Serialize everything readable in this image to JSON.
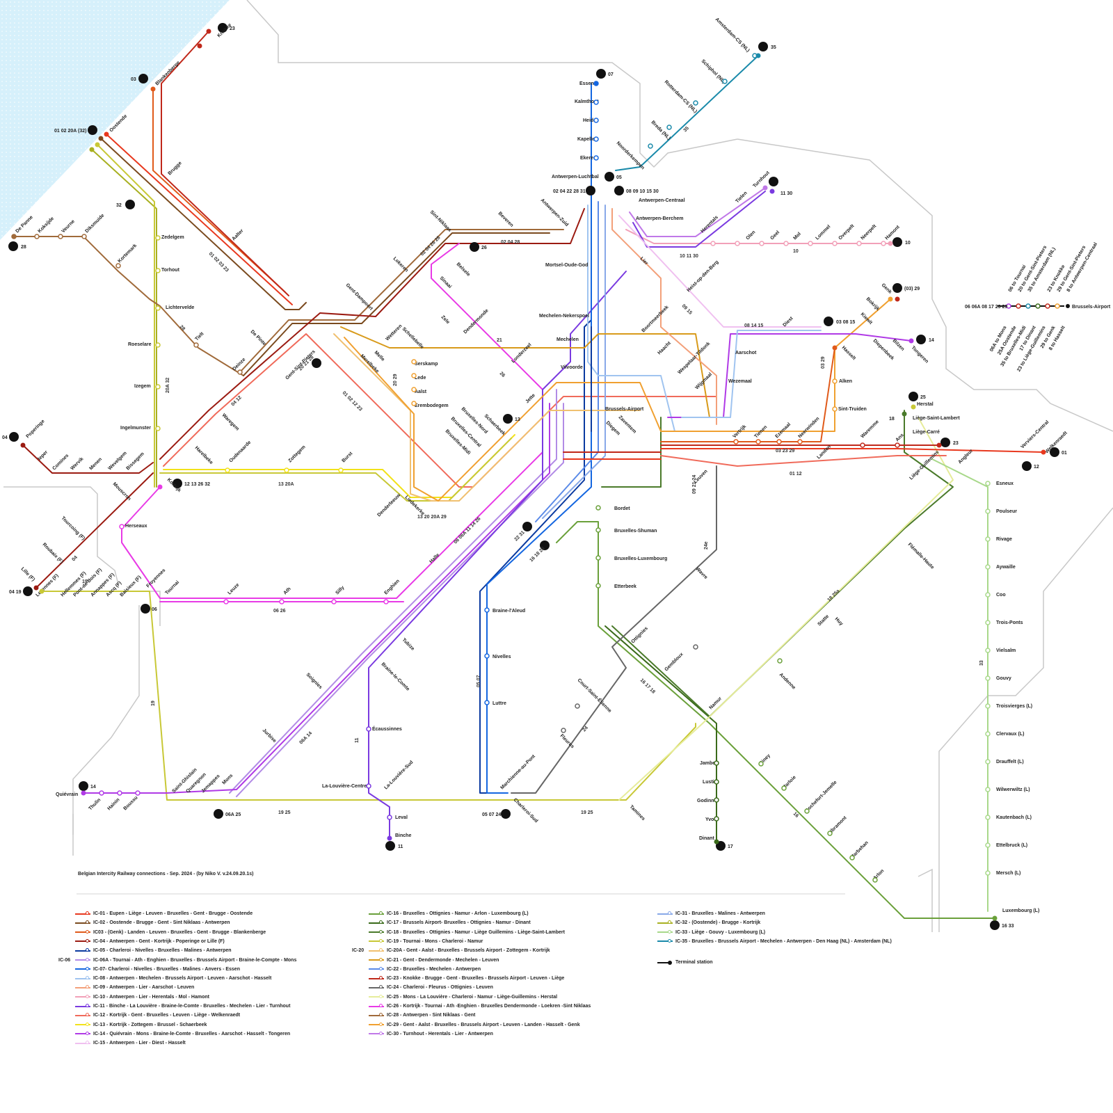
{
  "credit": "Belgian Intercity Railway connections - Sep. 2024 - (by Niko V. v.24.09.20.1s)",
  "terminal_note": "Terminal station",
  "colors": {
    "sea": "#d6f0fb",
    "border": "#c8c8c8",
    "IC01": "#e8381e",
    "IC02": "#7a4a1e",
    "IC03": "#e05a1a",
    "IC04": "#9b1b12",
    "IC05": "#0a3aa0",
    "IC06": "#b28be6",
    "IC07": "#1466e0",
    "IC08": "#a0c4f0",
    "IC09": "#f3a07a",
    "IC10": "#f2a0b8",
    "IC11": "#7a3ae0",
    "IC12": "#f06a5a",
    "IC13": "#f2e21a",
    "IC14": "#b03ae6",
    "IC15": "#f0c0f0",
    "IC16": "#6aa03a",
    "IC17": "#3a6a1a",
    "IC18": "#4a7a2a",
    "IC19": "#c8c836",
    "IC20": "#f0c070",
    "IC21": "#d89a1a",
    "IC22": "#5a8ae8",
    "IC23": "#c0281a",
    "IC24": "#666666",
    "IC25": "#e6ec9a",
    "IC26": "#e83ae6",
    "IC28": "#a06a3a",
    "IC29": "#f0a030",
    "IC30": "#c078e8",
    "IC31": "#88a8e8",
    "IC32": "#a8b020",
    "IC33": "#a8d88a",
    "IC35": "#1a8aaa",
    "terminal": "#111111"
  },
  "stations": {
    "knokke": "Knokke",
    "blankenberge": "Blankenberge",
    "oostende": "Oostende",
    "brugge": "Brugge",
    "aalter": "Aalter",
    "zedelgem": "Zedelgem",
    "torhout": "Torhout",
    "lichtervelde": "Lichtervelde",
    "roeselare": "Roeselare",
    "izegem": "Izegem",
    "ingelmunster": "Ingelmunster",
    "kortrijk": "Kortrijk",
    "tielt": "Tielt",
    "deinze": "Deinze",
    "de_pinte": "De Pinte",
    "gent_sp": "Gent-Sint-Pieters",
    "gent_dampoort": "Gent-Dampoort",
    "de_panne": "De Panne",
    "koksijde": "Koksijde",
    "veurne": "Veurne",
    "diksmuide": "Diksmuide",
    "kortemark": "Kortemark",
    "poperinge": "Poperinge",
    "ieper": "Ieper",
    "comines": "Comines",
    "wervik": "Wervik",
    "menen": "Menen",
    "wevelgem": "Wevelgem",
    "bissegem": "Bissegem",
    "mouscron": "Mouscron",
    "herseaux": "Herseaux",
    "tourcoing": "Tourcoing (F)",
    "roubaix": "Roubaix (F)",
    "lille": "Lille (F)",
    "lezennes": "Lezennes (F)",
    "hellemmes": "Hellemmes (F)",
    "pont_de_bois": "Pont-de-Bois (F)",
    "annappes": "Annappes (F)",
    "ascq": "Ascq (F)",
    "baisieux": "Baisieux (F)",
    "froyennes": "Froyennes",
    "tournai": "Tournai",
    "leuze": "Leuze",
    "ath": "Ath",
    "silly": "Silly",
    "enghien": "Enghien",
    "halle": "Halle",
    "waregem": "Waregem",
    "harelbeke": "Harelbeke",
    "oudenaarde": "Oudenaarde",
    "zottegem": "Zottegem",
    "burst": "Burst",
    "denderleeuw": "Denderleeuw",
    "liedekerke": "Liedekerke",
    "wetteren": "Wetteren",
    "schellebelle": "Schellebelle",
    "merelbeke": "Merelbeke",
    "melle": "Melle",
    "serskamp": "Serskamp",
    "lede": "Lede",
    "aalst": "Aalst",
    "erembodegem": "Erembodegem",
    "lokeren": "Lokeren",
    "sint_niklaas": "Sint-Niklaas",
    "beveren": "Beveren",
    "belsele": "Belsele",
    "sinaai": "Sinaai",
    "zele": "Zele",
    "dendermonde": "Dendermonde",
    "londerzeel": "Londerzeel",
    "jette": "Jette",
    "bxl_nord": "Bruxelles-Nord",
    "bxl_central": "Bruxelles-Central",
    "bxl_midi": "Bruxelles-Midi",
    "schaerbeek": "Schaerbeek",
    "antw_zuid": "Antwerpen-Zuid",
    "antw_luchtbal": "Antwerpen-Luchtbal",
    "antw_centraal": "Antwerpen-Centraal",
    "antw_berchem": "Antwerpen-Berchem",
    "essen": "Essen",
    "kalmthout": "Kalmthout",
    "heide": "Heide",
    "kapellen": "Kapellen",
    "ekeren": "Ekeren",
    "mortsel": "Mortsel-Oude-God",
    "mechelen_nekkerspoel": "Mechelen-Nekerspoel",
    "mechelen": "Mechelen",
    "vilvoorde": "Vilvoorde",
    "bxl_airport": "Brussels-Airport",
    "zaventem": "Zaventem",
    "diegem": "Diegem",
    "boortmeerbeek": "Boortmeerbeek",
    "haacht": "Haacht",
    "wespelaar": "Wespelaar-Tildonk",
    "wijgmaal": "Wijgmaal",
    "leuven": "Leuven",
    "vertrijk": "Vertrijk",
    "tienen": "Tienen",
    "ezemaal": "Ezemaal",
    "neerwinden": "Neerwinden",
    "landen": "Landen",
    "waremme": "Waremme",
    "ans": "Ans",
    "liege_guillemins": "Liège-Guillemins",
    "liege_carre": "Liège-Carré",
    "liege_st_lambert": "Liège-Saint-Lambert",
    "herstal": "Herstal",
    "angleur": "Angleur",
    "verviers": "Verviers-Central",
    "welkenraedt": "Welkenraedt",
    "lier": "Lier",
    "heist_op_den_berg": "Heist-op-den-Berg",
    "aarschot": "Aarschot",
    "wezemaal": "Wezemaal",
    "diest": "Diest",
    "hasselt": "Hasselt",
    "alken": "Alken",
    "sint_truiden": "Sint-Truiden",
    "genk": "Genk",
    "bokrijk": "Bokrijk",
    "kiewit": "Kiewit",
    "diepenbeek": "Diepenbeek",
    "bilzen": "Bilzen",
    "tongeren": "Tongeren",
    "herentals": "Herentals",
    "tielen": "Tielen",
    "turnhout": "Turnhout",
    "olen": "Olen",
    "geel": "Geel",
    "mol": "Mol",
    "lommel": "Lommel",
    "overpelt": "Overpelt",
    "neerpelt": "Neerpelt",
    "hamont": "Hamont",
    "noorderkempen": "Noorderkempen",
    "breda": "Breda (NL)",
    "rotterdam": "Rotterdam-CS (NL)",
    "schiphol": "Schiphol (NL)",
    "amsterdam": "Amsterdam-CS (NL)",
    "bordet": "Bordet",
    "bxl_schuman": "Bruxelles-Shuman",
    "bxl_lux": "Bruxelles-Luxembourg",
    "etterbeek": "Etterbeek",
    "ottignies": "Ottignies",
    "gembloux": "Gembloux",
    "namur": "Namur",
    "wavre": "Wavre",
    "braine_alleud": "Braine-l'Aleud",
    "nivelles": "Nivelles",
    "luttre": "Luttre",
    "marchienne": "Marchienne-au-Pont",
    "charleroi_sud": "Charleroi-Sud",
    "court_st_etienne": "Court-Saint-Étienne",
    "fleurus": "Fleurus",
    "tamines": "Tamines",
    "tubize": "Tubize",
    "braine_le_comte": "Braine-le-Comte",
    "soignies": "Soignies",
    "jurbise": "Jurbise",
    "ecaussinnes": "Écaussinnes",
    "la_louviere_centre": "La-Louvière-Centre",
    "la_louviere_sud": "La-Louvière-Sud",
    "binche": "Binche",
    "leval": "Leval",
    "mons": "Mons",
    "jemappes": "Jemappes",
    "quaregnon": "Quaregnon",
    "saint_ghislain": "Saint-Ghislain",
    "boussu": "Boussu",
    "hainin": "Hainin",
    "thulin": "Thulin",
    "quievrain": "Quiévrain",
    "jambes": "Jambes",
    "lustin": "Lustin",
    "godinne": "Godinne",
    "yvoir": "Yvoir",
    "dinant": "Dinant",
    "ciney": "Ciney",
    "marloie": "Marloie",
    "rochefort": "Rochefort-Jemelle",
    "libramont": "Libramont",
    "marbehan": "Marbehan",
    "arlon": "Arlon",
    "luxembourg": "Luxembourg (L)",
    "andenne": "Andenne",
    "huy": "Huy",
    "statte": "Statte",
    "flemalle": "Flémalle-Haute",
    "esneux": "Esneux",
    "poulseur": "Poulseur",
    "rivage": "Rivage",
    "aywaille": "Aywaille",
    "coo": "Coo",
    "trois_ponts": "Trois-Ponts",
    "vielsalm": "Vielsalm",
    "gouvy": "Gouvy",
    "troisvierges": "Troisvierges (L)",
    "clervaux": "Clervaux (L)",
    "drauffelt": "Drauffelt (L)",
    "wilwerwiltz": "Wilwerwiltz (L)",
    "kautenbach": "Kautenbach (L)",
    "ettelbruck": "Ettelbruck (L)",
    "mersch": "Mersch (L)"
  },
  "route_labels": {
    "r_0102_0323": "01 02 03 23",
    "r_28": "28",
    "r_20a32": "20A 32",
    "r_0412": "04 12",
    "r_0204_2628": "02 04 26 28",
    "r_0204_28": "02 04 28",
    "r_0102_1223": "01 02 12 23",
    "r_2029": "20 29",
    "r_21": "21",
    "r_26": "26",
    "r_1320a": "13 20A",
    "r_1320a29": "13 20 20A 29",
    "r_04": "04",
    "r_19a": "19",
    "r_0626": "06 26",
    "r_19b": "19",
    "r_0606a": "06 06A 11 14 26",
    "r_2231": "22 31",
    "r_161825": "16 18 25",
    "r_0507": "05 07",
    "r_11": "11",
    "r_06a14": "06A 14",
    "r_1925a": "19 25",
    "r_1925b": "19 25",
    "r_0515": "09 15",
    "r_081415": "08 14 15",
    "r_101130": "10 11 30",
    "r_10": "10",
    "r_0323_29": "03 23 29",
    "r_0112": "01 12",
    "r_0329": "03 29",
    "r_35": "35",
    "r_24e": "24e",
    "r_24": "24",
    "r_161718": "16 17 18",
    "r_18_25a": "18 25a",
    "r_16": "16",
    "r_33": "33",
    "r_092124": "09 21 24"
  },
  "terminal_badges": {
    "b23": "23",
    "b03": "03",
    "b01": "01 02 20A (32)",
    "b32": "32",
    "b28": "28",
    "b04": "04",
    "b041": "04 19",
    "b06": "06",
    "b121326": "12 13 26 32",
    "b14": "14",
    "b06a25": "06A 25",
    "b11": "11",
    "b050724": "05 07 24",
    "b17": "17",
    "b1633": "16 33",
    "b13": "13",
    "b222831": "02 04 22 28 31",
    "b05": "05",
    "b08": "08 09 10 15 30",
    "b07": "07",
    "b26": "26",
    "b2021": "20 21 28",
    "b35": "35",
    "b1130": "11 30",
    "b10": "10",
    "b0329": "(03) 29",
    "b030815": "03 08 15",
    "b14b": "14",
    "b25": "25",
    "b18": "18",
    "b23b": "23",
    "b01b": "01",
    "b12": "12",
    "b2231": "",
    "b161825": ""
  },
  "airport_diagram": {
    "left_label": "06 06A 08 17 23 29",
    "right_label": "Brussels-Airport",
    "top_labels": [
      "06 to Tournai",
      "20 to Gent-Sint-Pieters",
      "35 to Amsterdam (NL)",
      "23 to Knokke",
      "29 to Gent-Sint-Pieters",
      "8 to Antwerpen-Centraal"
    ],
    "bottom_labels": [
      "06A to Mons",
      "25A Oostende",
      "35 to Bruxelles-Midi",
      "17 to Dinant",
      "23 to Liège-Guillemins",
      "29 to Genk",
      "8 to Hasselt"
    ]
  },
  "legend": {
    "col1": [
      {
        "id": "IC01",
        "text": "IC-01 - Eupen - Liège - Leuven - Bruxelles - Gent - Brugge - Oostende"
      },
      {
        "id": "IC02",
        "text": "IC-02 - Oostende - Brugge - Gent - Sint Niklaas - Antwerpen"
      },
      {
        "id": "IC03",
        "text": "IC03 - (Genk) - Landen - Leuven - Bruxelles - Gent - Brugge - Blankenberge"
      },
      {
        "id": "IC04",
        "text": "IC-04 - Antwerpen - Gent - Kortrijk - Poperinge or Lille (F)"
      },
      {
        "id": "IC05",
        "text": "IC-05 - Charleroi - Nivelles - Bruxelles - Malines - Antwerpen"
      },
      {
        "id": "IC06",
        "text": "IC-06A - Tournai - Ath - Enghien - Bruxelles - Brussels Airport - Braine-le-Compte - Mons"
      },
      {
        "id": "IC07",
        "text": "IC-07- Charleroi - Nivelles - Bruxelles - Malines - Anvers - Essen"
      },
      {
        "id": "IC08",
        "text": "IC-08 - Antwerpen - Mechelen - Brussels Airport - Leuven - Aarschot - Hasselt"
      },
      {
        "id": "IC09",
        "text": "IC-09 - Antwerpen - Lier - Aarschot - Leuven"
      },
      {
        "id": "IC10",
        "text": "IC-10 - Antwerpen - Lier - Herentals - Mol - Hamont"
      },
      {
        "id": "IC11",
        "text": "IC-11 - Binche - La Louvière - Braine-le-Comte - Bruxelles - Mechelen - Lier - Turnhout"
      },
      {
        "id": "IC12",
        "text": "IC-12 - Kortrijk - Gent - Bruxelles - Leuven - Liège - Welkenraedt"
      },
      {
        "id": "IC13",
        "text": "IC-13 - Kortrijk - Zottegem - Brussel - Schaerbeek"
      },
      {
        "id": "IC14",
        "text": "IC-14 - Quiévrain - Mons - Braine-le-Comte - Bruxelles - Aarschot - Hasselt - Tongeren"
      },
      {
        "id": "IC15",
        "text": "IC-15 - Antwerpen - Lier - Diest - Hasselt"
      }
    ],
    "col2": [
      {
        "id": "IC16",
        "text": "IC-16 - Bruxelles - Ottignies - Namur - Arlon - Luxembourg (L)"
      },
      {
        "id": "IC17",
        "text": "IC-17 - Brussels Airport- Bruxelles - Ottignies - Namur - Dinant"
      },
      {
        "id": "IC18",
        "text": "IC-18 - Bruxelles - Ottignies - Namur - Liège Guillemins - Liège-Saint-Lambert"
      },
      {
        "id": "IC19",
        "text": "IC-19 - Tournai - Mons - Charleroi - Namur"
      },
      {
        "id": "IC20",
        "text": "IC-20A - Gent - Aalst - Bruxelles - Brussels Airport - Zottegem - Kortrijk"
      },
      {
        "id": "IC21",
        "text": "IC-21 - Gent - Dendermonde - Mechelen - Leuven"
      },
      {
        "id": "IC22",
        "text": "IC-22 - Bruxelles - Mechelen - Antwerpen"
      },
      {
        "id": "IC23",
        "text": "IC-23 - Knokke - Brugge - Gent - Bruxelles - Brussels Airport - Leuven - Liège"
      },
      {
        "id": "IC24",
        "text": "IC-24 - Charleroi - Fleurus - Ottignies - Leuven"
      },
      {
        "id": "IC25",
        "text": "IC-25 - Mons - La Louvière - Charleroi - Namur - Liège-Guillemins - Herstal"
      },
      {
        "id": "IC26",
        "text": "IC-26 - Kortrijk - Tournai - Ath -Enghien - Bruxelles  Dendermonde - Loekren -Sint Niklaas"
      },
      {
        "id": "IC28",
        "text": "IC-28 - Antwerpen - Sint Niklaas - Gent"
      },
      {
        "id": "IC29",
        "text": "IC-29 - Gent - Aalst - Bruxelles - Brussels Airport - Leuven - Landen - Hasselt - Genk"
      },
      {
        "id": "IC30",
        "text": "IC-30 - Turnhout - Herentals - Lier - Antwerpen"
      }
    ],
    "col3": [
      {
        "id": "IC31",
        "text": "IC-31 - Bruxelles - Malines - Antwerpen"
      },
      {
        "id": "IC32",
        "text": "IC-32 - (Oostende) - Brugge - Kortrijk"
      },
      {
        "id": "IC33",
        "text": "IC-33 - Liège - Gouvy - Luxembourg (L)"
      },
      {
        "id": "IC35",
        "text": "IC-35 - Bruxelles - Brussels Airport - Mechelen - Antwerpen - Den Haag (NL) - Amsterdam (NL)"
      }
    ],
    "prefix_ic06": "IC-06",
    "prefix_ic20": "IC-20"
  }
}
